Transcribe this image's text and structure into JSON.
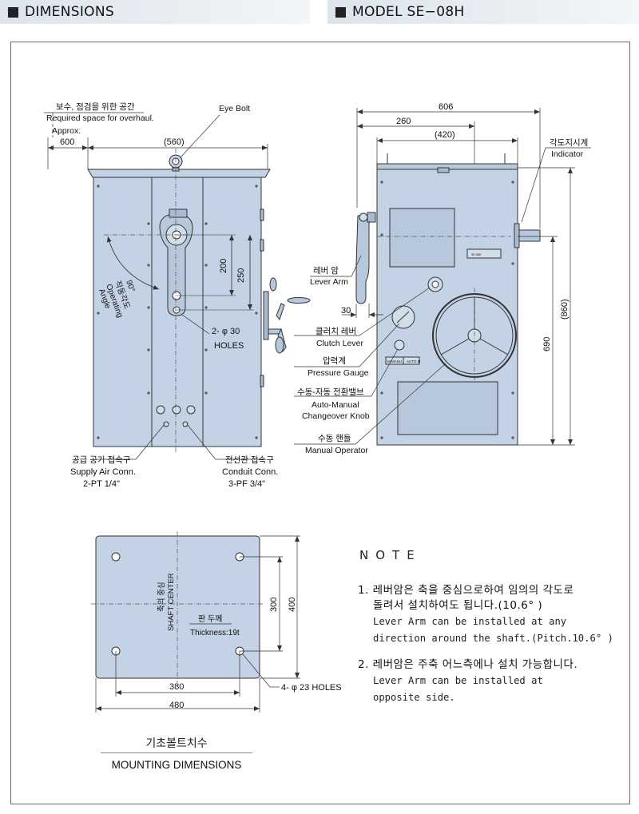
{
  "headers": {
    "left": "DIMENSIONS",
    "right": "MODEL SE−08H"
  },
  "front": {
    "overhaul_ko": "보수, 점검을 위한 공간",
    "overhaul_en": "Required space for overhaul.",
    "approx": "Approx.",
    "dim_600": "600",
    "dim_560": "(560)",
    "eye_bolt": "Eye Bolt",
    "dim_200": "200",
    "dim_250": "250",
    "angle_deg": "90°",
    "angle_ko": "작동각도",
    "angle_en1": "Operating",
    "angle_en2": "Angle",
    "holes_1": "2- φ 30",
    "holes_2": "HOLES",
    "air_ko": "공급 공기 접속구",
    "air_en1": "Supply Air Conn.",
    "air_en2": "2-PT 1/4\"",
    "conduit_ko": "전선관 접속구",
    "conduit_en1": "Conduit Conn.",
    "conduit_en2": "3-PF 3/4\""
  },
  "side": {
    "dim_606": "606",
    "dim_260": "260",
    "dim_420": "(420)",
    "indicator_ko": "각도지시계",
    "indicator_en": "Indicator",
    "lever_ko": "레버 암",
    "lever_en": "Lever Arm",
    "dim_30": "30",
    "clutch_ko": "클러치 레버",
    "clutch_en": "Clutch Lever",
    "gauge_ko": "압력계",
    "gauge_en": "Pressure Gauge",
    "knob_ko": "수동-자동 전환밸브",
    "knob_en1": "Auto-Manual",
    "knob_en2": "Changeover Knob",
    "operator_ko": "수동 핸들",
    "operator_en": "Manual Operator",
    "dim_860": "(860)",
    "dim_690": "690",
    "knob_label_left": "M MANU",
    "knob_label_right": "AUTO M"
  },
  "mount": {
    "shaft_ko": "축의 중심",
    "shaft_en": "SHAFT CENTER",
    "thick_ko": "판 두께",
    "thick_en": "Thickness:19t",
    "dim_300": "300",
    "dim_400": "400",
    "dim_380": "380",
    "dim_480": "480",
    "holes": "4- φ 23 HOLES",
    "caption_ko": "기초볼트치수",
    "caption_en": "MOUNTING DIMENSIONS"
  },
  "notes": {
    "title": "NOTE",
    "n1_ko1": "1. 레버암은 축을 중심으로하여 임의의 각도로",
    "n1_ko2": "돌려서 설치하여도 됩니다.(10.6° )",
    "n1_en1": "Lever Arm can be installed at any",
    "n1_en2": "direction around the shaft.(Pitch.10.6° )",
    "n2_ko": "2. 레버암은 주축 어느측에나 설치 가능합니다.",
    "n2_en1": "Lever Arm can be installed at",
    "n2_en2": "opposite side."
  },
  "colors": {
    "body_fill": "#c3d2e5",
    "body_dark": "#a9bbd2",
    "line": "#2a2a2a",
    "dim": "#444444"
  }
}
